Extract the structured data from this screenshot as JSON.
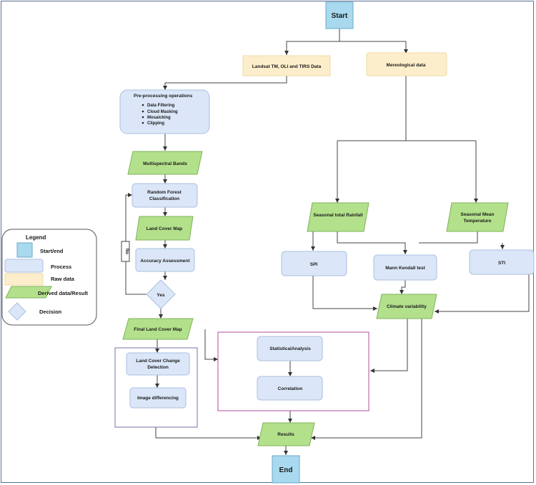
{
  "nodes": {
    "start": "Start",
    "end": "End",
    "landsat": "Landsat TM, OLI and TIRS Data",
    "meteo": "Mereological data",
    "preproc_title": "Pre-processing operations",
    "preproc_items": [
      "Data Filtering",
      "Cloud Masking",
      "Mosaicking",
      "Clipping"
    ],
    "multispectral": "Multispectral Bands",
    "rf_line1": "Random Forest",
    "rf_line2": "Classification",
    "lcmap": "Land Cover Map",
    "accuracy": "Accuracy Assessment",
    "no": "No",
    "yes": "Yes",
    "final_lcmap": "Final Land Cover Map",
    "lccd_line1": "Land Cover Change",
    "lccd_line2": "Detection",
    "img_diff": "Image differencing",
    "stat": "StatisticalAnalysis",
    "corr": "Correlation",
    "results": "Results",
    "rainfall": "Seasonal total Rainfall",
    "temp_line1": "Seasonal Mean",
    "temp_line2": "Temperature",
    "spi": "SPI",
    "mk": "Mann Kendall test",
    "sti": "STI",
    "climate": "Climate variability"
  },
  "legend": {
    "title": "Legend",
    "items": [
      "Start/end",
      "Process",
      "Raw data",
      "Derived data/Result",
      "Decision"
    ]
  },
  "colors": {
    "terminal": "#a9d9ef",
    "process": "#dbe7f8",
    "raw": "#fdeecb",
    "derived": "#b3e08b",
    "decision": "#dbe7f8"
  }
}
